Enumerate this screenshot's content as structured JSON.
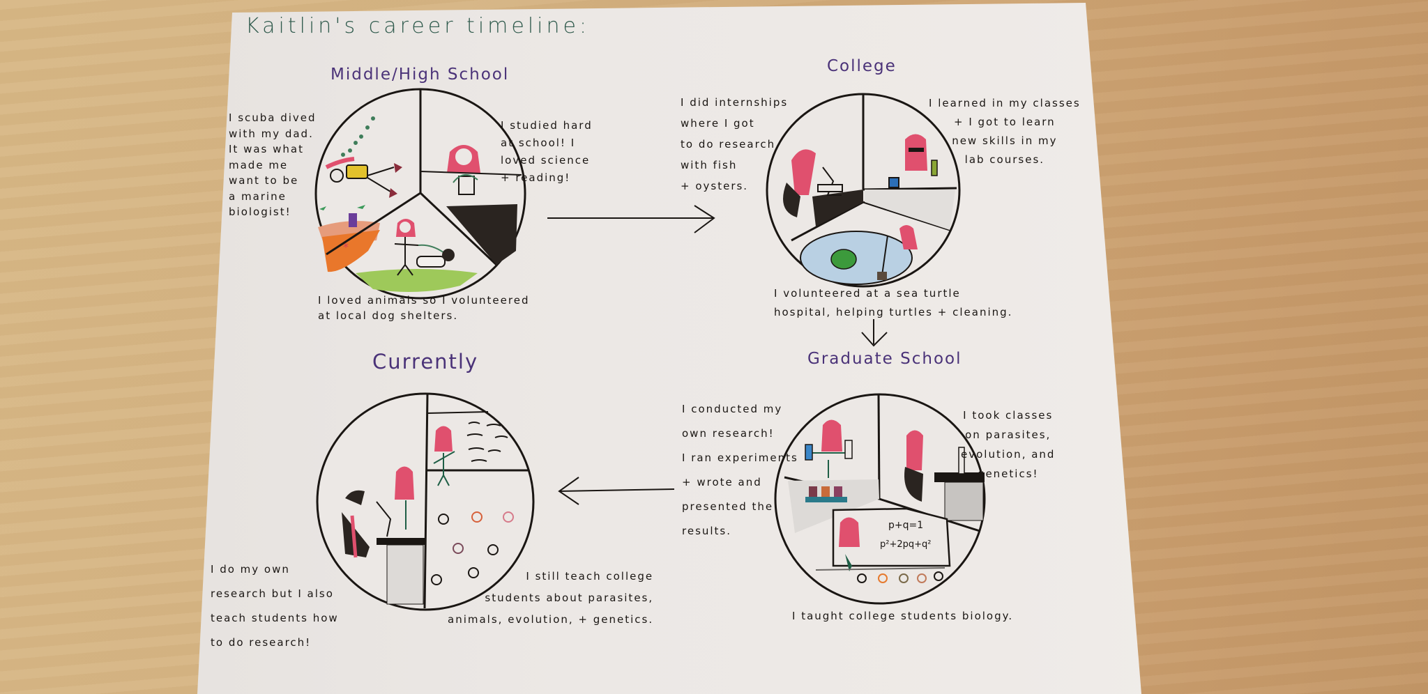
{
  "title": "Kaitlin's career timeline:",
  "stages": {
    "middle_high": {
      "heading": "Middle/High School",
      "captions": {
        "scuba": "I scuba dived\nwith my dad.\nIt was what\nmade me\nwant to be\na marine\nbiologist!",
        "study": "I studied hard\nat school! I\nloved science\n+ reading!",
        "animals": "I loved animals so I volunteered\nat local dog shelters."
      }
    },
    "college": {
      "heading": "College",
      "captions": {
        "internships": "I did internships\nwhere I got\nto do research\nwith fish\n+ oysters.",
        "classes": "I learned in my classes\n+ I got to learn\nnew skills in my\nlab courses.",
        "turtles": "I volunteered at a sea turtle\nhospital, helping turtles + cleaning."
      }
    },
    "graduate": {
      "heading": "Graduate School",
      "captions": {
        "research": "I conducted my\nown research!\nI ran experiments\n+ wrote and\npresented the\nresults.",
        "classes": "I took classes\non parasites,\nevolution, and\ngenetics!",
        "teaching": "I taught college students biology."
      },
      "board_equations": [
        "p+q=1",
        "p²+2pq+q²"
      ]
    },
    "currently": {
      "heading": "Currently",
      "captions": {
        "research": "I do my own\nresearch but I also\nteach students how\nto do research!",
        "teaching": "I still teach college\nstudents about parasites,\nanimals, evolution, + genetics."
      }
    }
  },
  "colors": {
    "title_ink": "#2f5a4c",
    "heading_ink": "#4a3278",
    "text_ink": "#1a1613",
    "hair": "#e0506e",
    "table_surface": "#d8b886"
  }
}
